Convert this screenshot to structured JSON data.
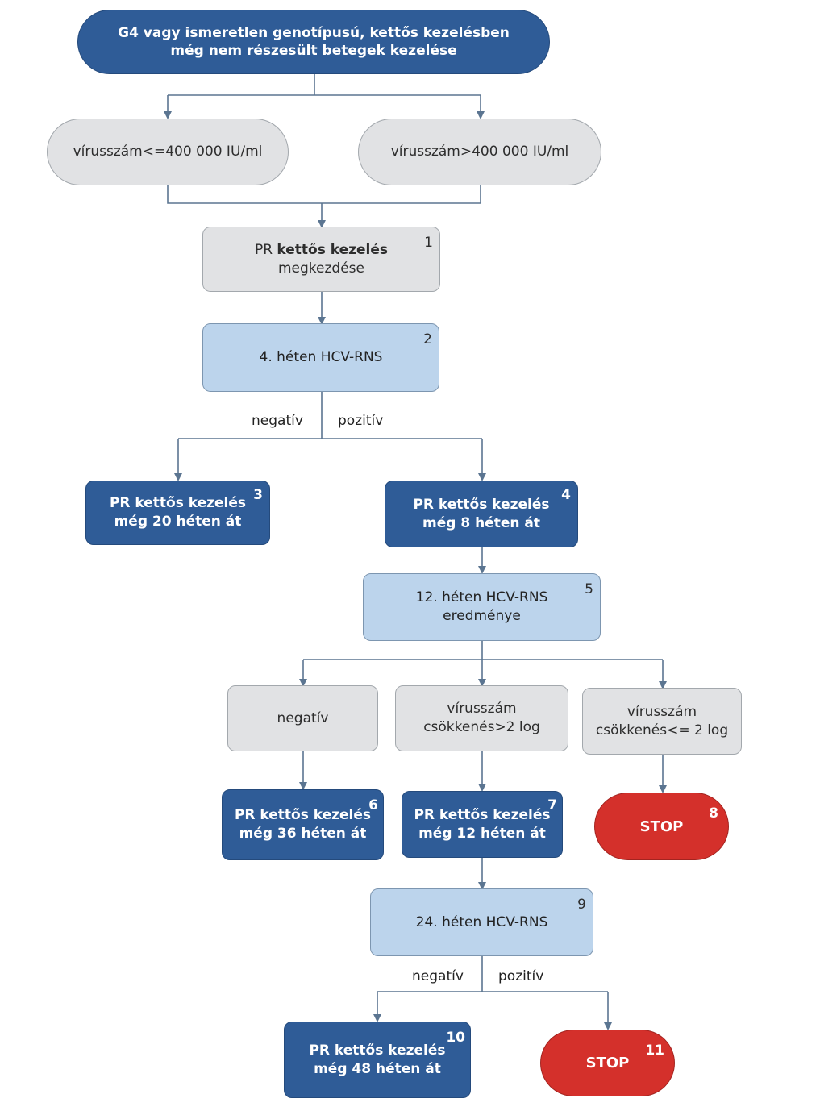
{
  "title": {
    "line1": "G4 vagy ismeretlen genotípusú, kettős kezelésben",
    "line2": "még nem részesült betegek kezelése"
  },
  "branches": {
    "low_viral": "vírusszám<=400 000 IU/ml",
    "high_viral": "vírusszám>400 000 IU/ml"
  },
  "steps": {
    "s1": {
      "number": "1",
      "pre": "PR ",
      "bold": "kettős kezelés",
      "line2": "megkezdése"
    },
    "s2": {
      "number": "2",
      "text": "4. héten HCV-RNS"
    },
    "s3": {
      "number": "3",
      "line1": "PR kettős kezelés",
      "line2": "még 20 héten át"
    },
    "s4": {
      "number": "4",
      "line1": "PR kettős kezelés",
      "line2": "még 8 héten át"
    },
    "s5": {
      "number": "5",
      "line1": "12. héten HCV-RNS",
      "line2": "eredménye"
    },
    "s6": {
      "number": "6",
      "line1": "PR kettős kezelés",
      "line2": "még 36 héten át"
    },
    "s7": {
      "number": "7",
      "line1": "PR kettős kezelés",
      "line2": "még 12 héten át"
    },
    "s8": {
      "number": "8",
      "text": "STOP"
    },
    "s9": {
      "number": "9",
      "text": "24. héten HCV-RNS"
    },
    "s10": {
      "number": "10",
      "line1": "PR kettős kezelés",
      "line2": "még 48 héten át"
    },
    "s11": {
      "number": "11",
      "text": "STOP"
    }
  },
  "outcomes12": {
    "negative": "negatív",
    "drop_gt2": {
      "line1": "vírusszám",
      "line2": "csökkenés>2 log"
    },
    "drop_le2": {
      "line1": "vírusszám",
      "line2": "csökkenés<= 2 log"
    }
  },
  "edge_labels": {
    "w4_negative": "negatív",
    "w4_positive": "pozitív",
    "w24_negative": "negatív",
    "w24_positive": "pozitív"
  },
  "colors": {
    "dark_blue": "#2f5c97",
    "light_blue": "#bcd4ec",
    "gray": "#e1e2e4",
    "stop_red": "#d4302b",
    "connector": "#5b7591"
  }
}
